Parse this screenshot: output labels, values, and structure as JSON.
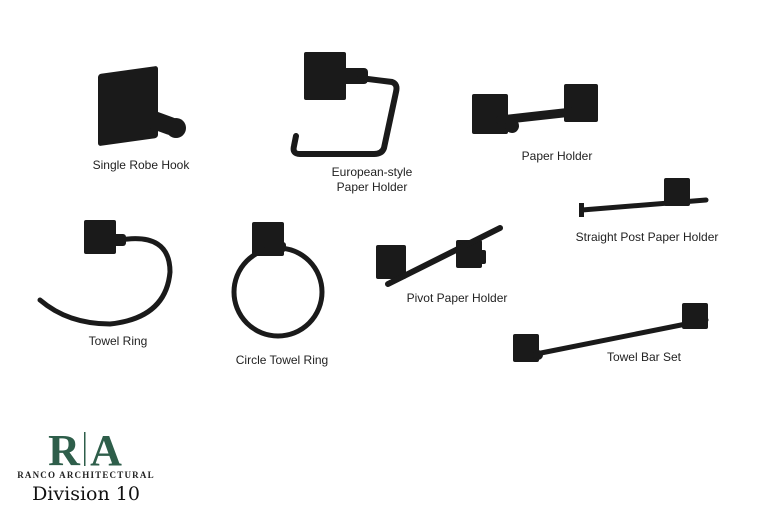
{
  "products": [
    {
      "label": "Single Robe Hook"
    },
    {
      "label_line1": "European-style",
      "label_line2": "Paper Holder"
    },
    {
      "label": "Paper Holder"
    },
    {
      "label": "Straight Post Paper Holder"
    },
    {
      "label": "Towel Ring"
    },
    {
      "label": "Circle Towel Ring"
    },
    {
      "label": "Pivot Paper Holder"
    },
    {
      "label": "Towel Bar Set"
    }
  ],
  "logo": {
    "letters_left": "R",
    "letters_right": "A",
    "company": "RANCO ARCHITECTURAL",
    "division": "Division 10"
  },
  "colors": {
    "brand_green": "#2e5e4a",
    "product_black": "#1a1a1a"
  }
}
